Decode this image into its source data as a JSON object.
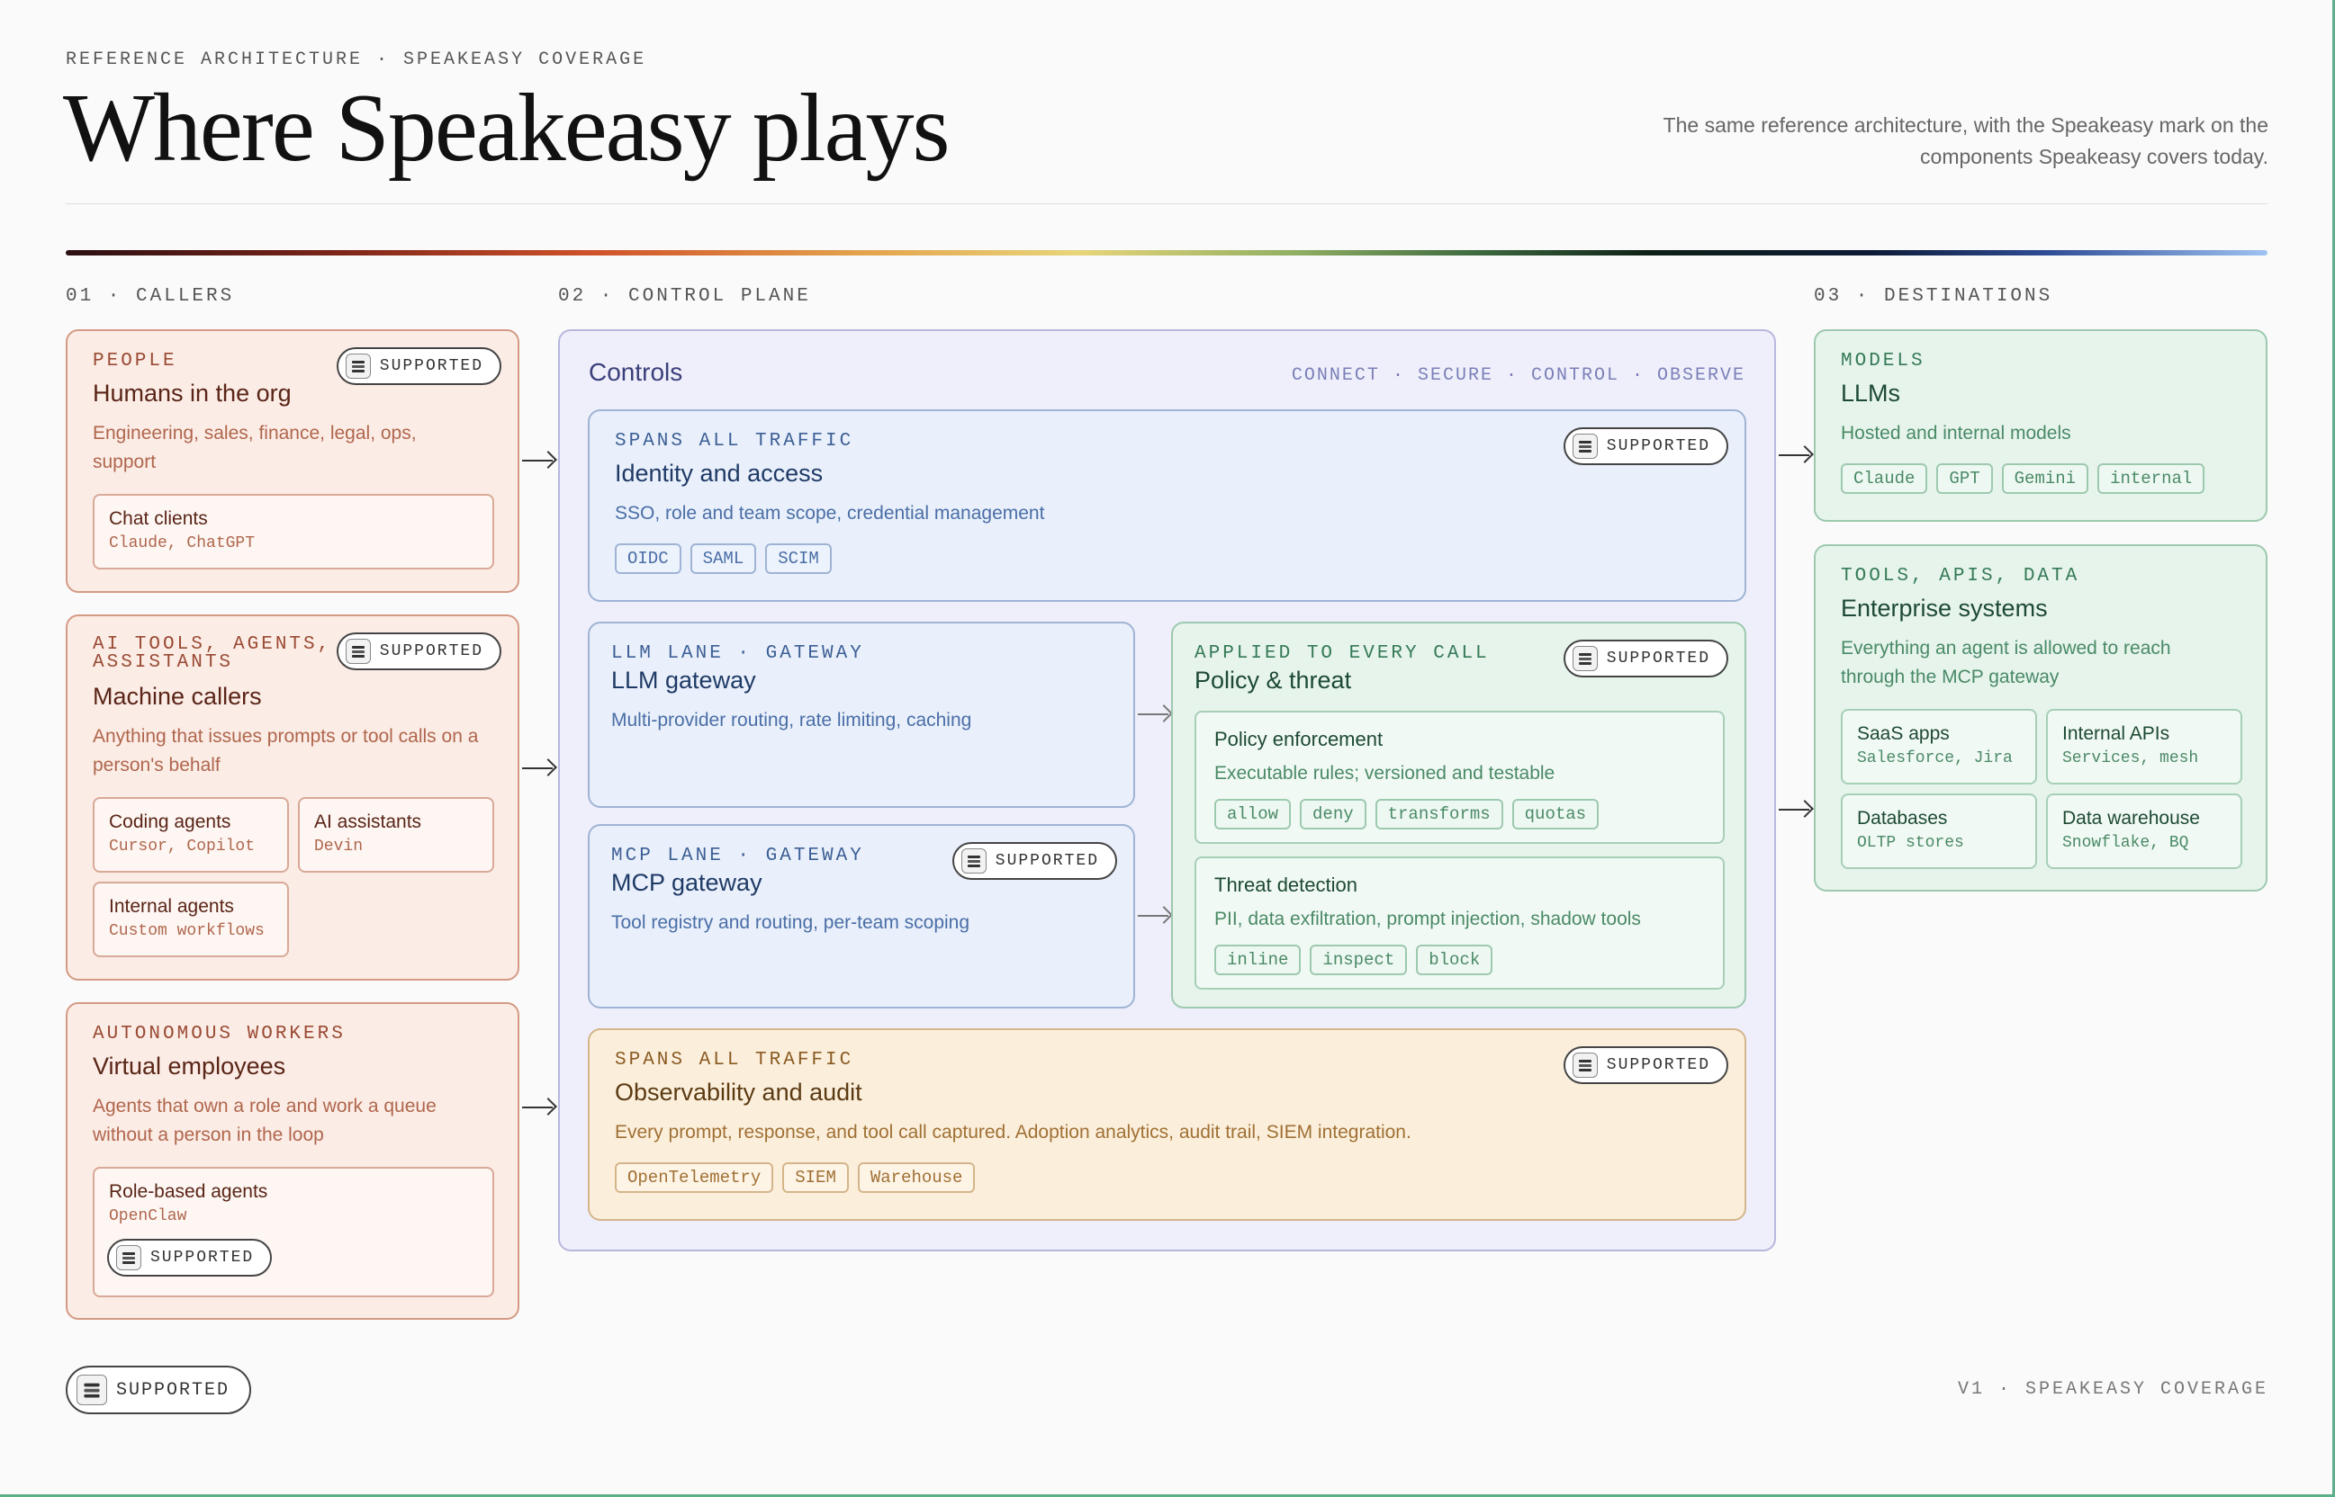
{
  "header": {
    "eyebrow": "REFERENCE ARCHITECTURE · SPEAKEASY COVERAGE",
    "title": "Where Speakeasy plays",
    "subtitle": "The same reference architecture, with the Speakeasy mark on the components Speakeasy covers today."
  },
  "badge_label": "SUPPORTED",
  "columns": {
    "callers": "01 · CALLERS",
    "control": "02 · CONTROL PLANE",
    "destinations": "03 · DESTINATIONS"
  },
  "callers": {
    "people": {
      "kicker": "PEOPLE",
      "title": "Humans in the org",
      "desc": "Engineering, sales, finance, legal, ops, support",
      "items": [
        {
          "name": "Chat clients",
          "detail": "Claude, ChatGPT"
        }
      ]
    },
    "machines": {
      "kicker": "AI TOOLS, AGENTS, ASSISTANTS",
      "title": "Machine callers",
      "desc": "Anything that issues prompts or tool calls on a person's behalf",
      "items": [
        {
          "name": "Coding agents",
          "detail": "Cursor, Copilot"
        },
        {
          "name": "AI assistants",
          "detail": "Devin"
        },
        {
          "name": "Internal agents",
          "detail": "Custom workflows"
        }
      ]
    },
    "workers": {
      "kicker": "AUTONOMOUS WORKERS",
      "title": "Virtual employees",
      "desc": "Agents that own a role and work a queue without a person in the loop",
      "items": [
        {
          "name": "Role-based agents",
          "detail": "OpenClaw"
        }
      ]
    }
  },
  "control": {
    "title": "Controls",
    "tagline": "CONNECT · SECURE · CONTROL · OBSERVE",
    "identity": {
      "kicker": "SPANS ALL TRAFFIC",
      "title": "Identity and access",
      "desc": "SSO, role and team scope, credential management",
      "chips": [
        "OIDC",
        "SAML",
        "SCIM"
      ]
    },
    "llm": {
      "kicker": "LLM LANE · GATEWAY",
      "title": "LLM gateway",
      "desc": "Multi-provider routing, rate limiting, caching"
    },
    "mcp": {
      "kicker": "MCP LANE · GATEWAY",
      "title": "MCP gateway",
      "desc": "Tool registry and routing, per-team scoping"
    },
    "policy": {
      "kicker": "APPLIED TO EVERY CALL",
      "title": "Policy & threat",
      "enforcement": {
        "name": "Policy enforcement",
        "desc": "Executable rules; versioned and testable",
        "chips": [
          "allow",
          "deny",
          "transforms",
          "quotas"
        ]
      },
      "threat": {
        "name": "Threat detection",
        "desc": "PII, data exfiltration, prompt injection, shadow tools",
        "chips": [
          "inline",
          "inspect",
          "block"
        ]
      }
    },
    "observability": {
      "kicker": "SPANS ALL TRAFFIC",
      "title": "Observability and audit",
      "desc": "Every prompt, response, and tool call captured. Adoption analytics, audit trail, SIEM integration.",
      "chips": [
        "OpenTelemetry",
        "SIEM",
        "Warehouse"
      ]
    }
  },
  "destinations": {
    "models": {
      "kicker": "MODELS",
      "title": "LLMs",
      "desc": "Hosted and internal models",
      "chips": [
        "Claude",
        "GPT",
        "Gemini",
        "internal"
      ]
    },
    "systems": {
      "kicker": "TOOLS, APIS, DATA",
      "title": "Enterprise systems",
      "desc": "Everything an agent is allowed to reach through the MCP gateway",
      "items": [
        {
          "name": "SaaS apps",
          "detail": "Salesforce, Jira"
        },
        {
          "name": "Internal APIs",
          "detail": "Services, mesh"
        },
        {
          "name": "Databases",
          "detail": "OLTP stores"
        },
        {
          "name": "Data warehouse",
          "detail": "Snowflake, BQ"
        }
      ]
    }
  },
  "footer": {
    "version": "V1 · SPEAKEASY COVERAGE"
  },
  "colors": {
    "people": "#fbece6",
    "control": "#efeffb",
    "blue": "#e9f0fb",
    "green": "#e6f4ec",
    "amber": "#fbefdc",
    "accent_border": "#5fae8a"
  }
}
